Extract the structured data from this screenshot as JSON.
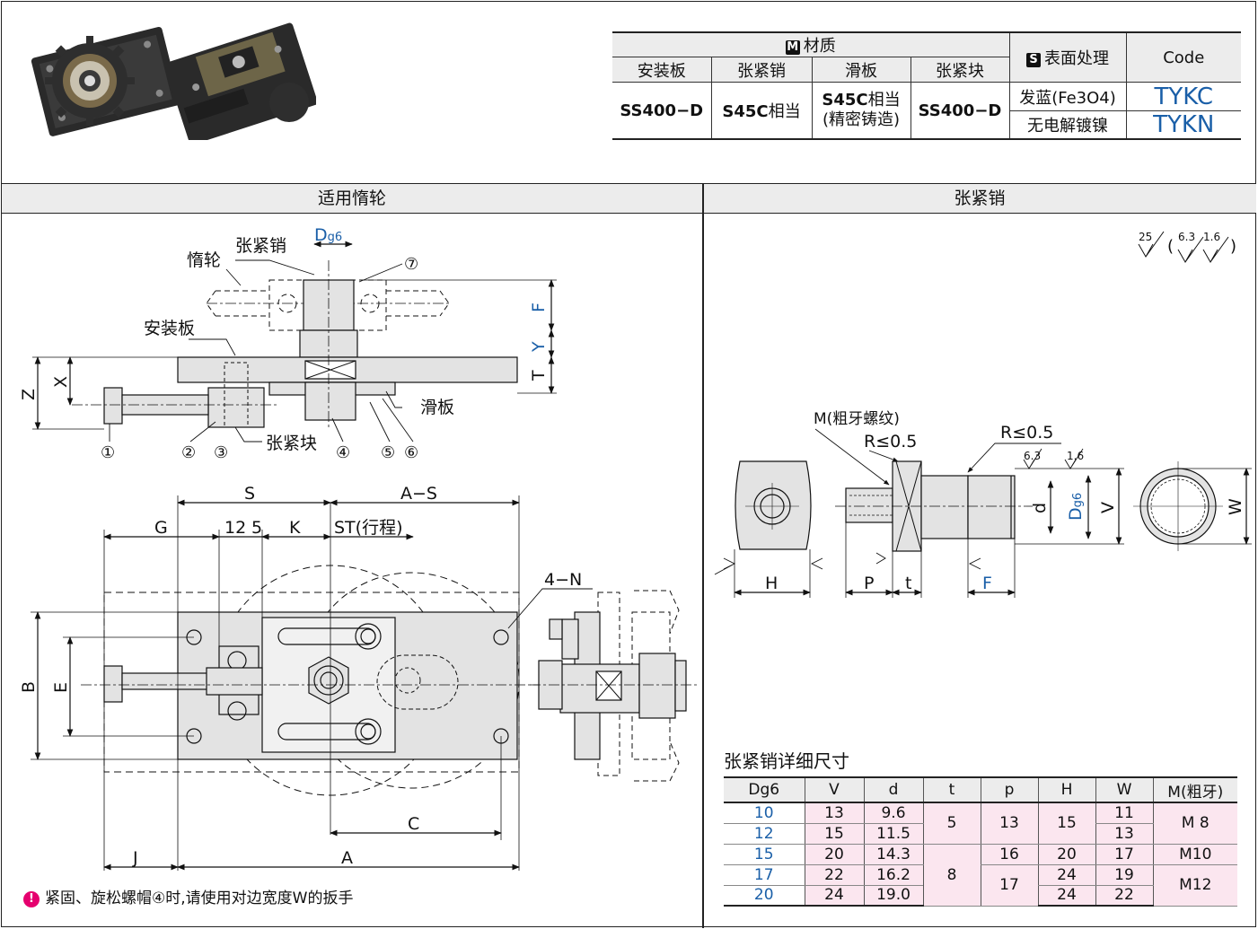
{
  "material_table": {
    "header_material": "材质",
    "header_surface": "表面处理",
    "header_code": "Code",
    "badge_m": "M",
    "badge_s": "S",
    "columns": [
      "安装板",
      "张紧销",
      "滑板",
      "张紧块"
    ],
    "materials": [
      {
        "main": "SS400−D",
        "suffix": ""
      },
      {
        "main": "S45C",
        "suffix": "相当"
      },
      {
        "main": "S45C",
        "suffix": "相当",
        "extra": "(精密铸造)"
      },
      {
        "main": "SS400−D",
        "suffix": ""
      }
    ],
    "treatments": [
      {
        "name": "发蓝(Fe3O4)",
        "code": "TYKC"
      },
      {
        "name": "无电解镀镍",
        "code": "TYKN"
      }
    ]
  },
  "sections": {
    "left": "适用惰轮",
    "right": "张紧销"
  },
  "left_labels": {
    "dg6": "D",
    "dg6_sub": "g6",
    "tension_pin": "张紧销",
    "idler": "惰轮",
    "mount_plate": "安装板",
    "slide_plate": "滑板",
    "tension_block": "张紧块",
    "F": "F",
    "Y": "Y",
    "T": "T",
    "Z": "Z",
    "X": "X",
    "circles": [
      "①",
      "②",
      "③",
      "④",
      "⑤",
      "⑥",
      "⑦"
    ],
    "S": "S",
    "AS": "A−S",
    "G": "G",
    "n12": "12",
    "n5": "5",
    "K": "K",
    "ST": "ST(行程)",
    "N4": "4−N",
    "B": "B",
    "E": "E",
    "C": "C",
    "J": "J",
    "A": "A"
  },
  "right_labels": {
    "roughness_a": "25",
    "roughness_b": "6.3",
    "roughness_c": "1.6",
    "thread": "M(粗牙螺纹)",
    "r1": "R≤0.5",
    "r2": "R≤0.5",
    "r63": "6.3",
    "r16": "1.6",
    "d": "d",
    "D": "D",
    "Dsub": "g6",
    "V": "V",
    "W": "W",
    "H": "H",
    "P": "P",
    "t": "t",
    "F": "F"
  },
  "detail": {
    "title": "张紧销详细尺寸",
    "headers": [
      "Dg6",
      "V",
      "d",
      "t",
      "p",
      "H",
      "W",
      "M(粗牙)"
    ],
    "rows": [
      {
        "D": "10",
        "V": "13",
        "d": "9.6",
        "t": "5",
        "p": "13",
        "H": "15",
        "W": "11",
        "M": "M 8"
      },
      {
        "D": "12",
        "V": "15",
        "d": "11.5",
        "W": "13"
      },
      {
        "D": "15",
        "V": "20",
        "d": "14.3",
        "t": "8",
        "p": "16",
        "H": "20",
        "W": "17",
        "M": "M10"
      },
      {
        "D": "17",
        "V": "22",
        "d": "16.2",
        "p": "17",
        "H": "24",
        "W": "19",
        "M": "M12"
      },
      {
        "D": "20",
        "V": "24",
        "d": "19.0",
        "H": "24",
        "W": "22"
      }
    ]
  },
  "note": {
    "icon": "!",
    "text": "紧固、旋松螺帽④时,请使用对边宽度W的扳手"
  }
}
